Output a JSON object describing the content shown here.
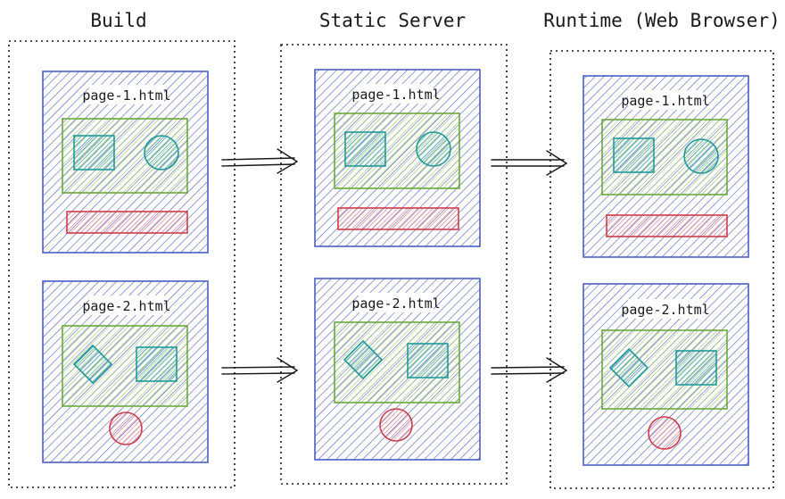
{
  "columns": [
    {
      "title": "Build",
      "pages": [
        {
          "label": "page-1.html",
          "shapes": [
            "square-icon",
            "circle-icon"
          ],
          "footer": "bar"
        },
        {
          "label": "page-2.html",
          "shapes": [
            "diamond-icon",
            "square-icon"
          ],
          "footer": "circle"
        }
      ]
    },
    {
      "title": "Static Server",
      "pages": [
        {
          "label": "page-1.html",
          "shapes": [
            "square-icon",
            "circle-icon"
          ],
          "footer": "bar"
        },
        {
          "label": "page-2.html",
          "shapes": [
            "diamond-icon",
            "square-icon"
          ],
          "footer": "circle"
        }
      ]
    },
    {
      "title": "Runtime (Web Browser)",
      "pages": [
        {
          "label": "page-1.html",
          "shapes": [
            "square-icon",
            "circle-icon"
          ],
          "footer": "bar"
        },
        {
          "label": "page-2.html",
          "shapes": [
            "diamond-icon",
            "square-icon"
          ],
          "footer": "circle"
        }
      ]
    }
  ],
  "colors": {
    "page": "#4a5fc8",
    "content": "#6aa83a",
    "shape": "#1f9a99",
    "footer": "#d03a4a",
    "stage_border": "#1a1a1a",
    "arrow": "#1a1a1a"
  }
}
